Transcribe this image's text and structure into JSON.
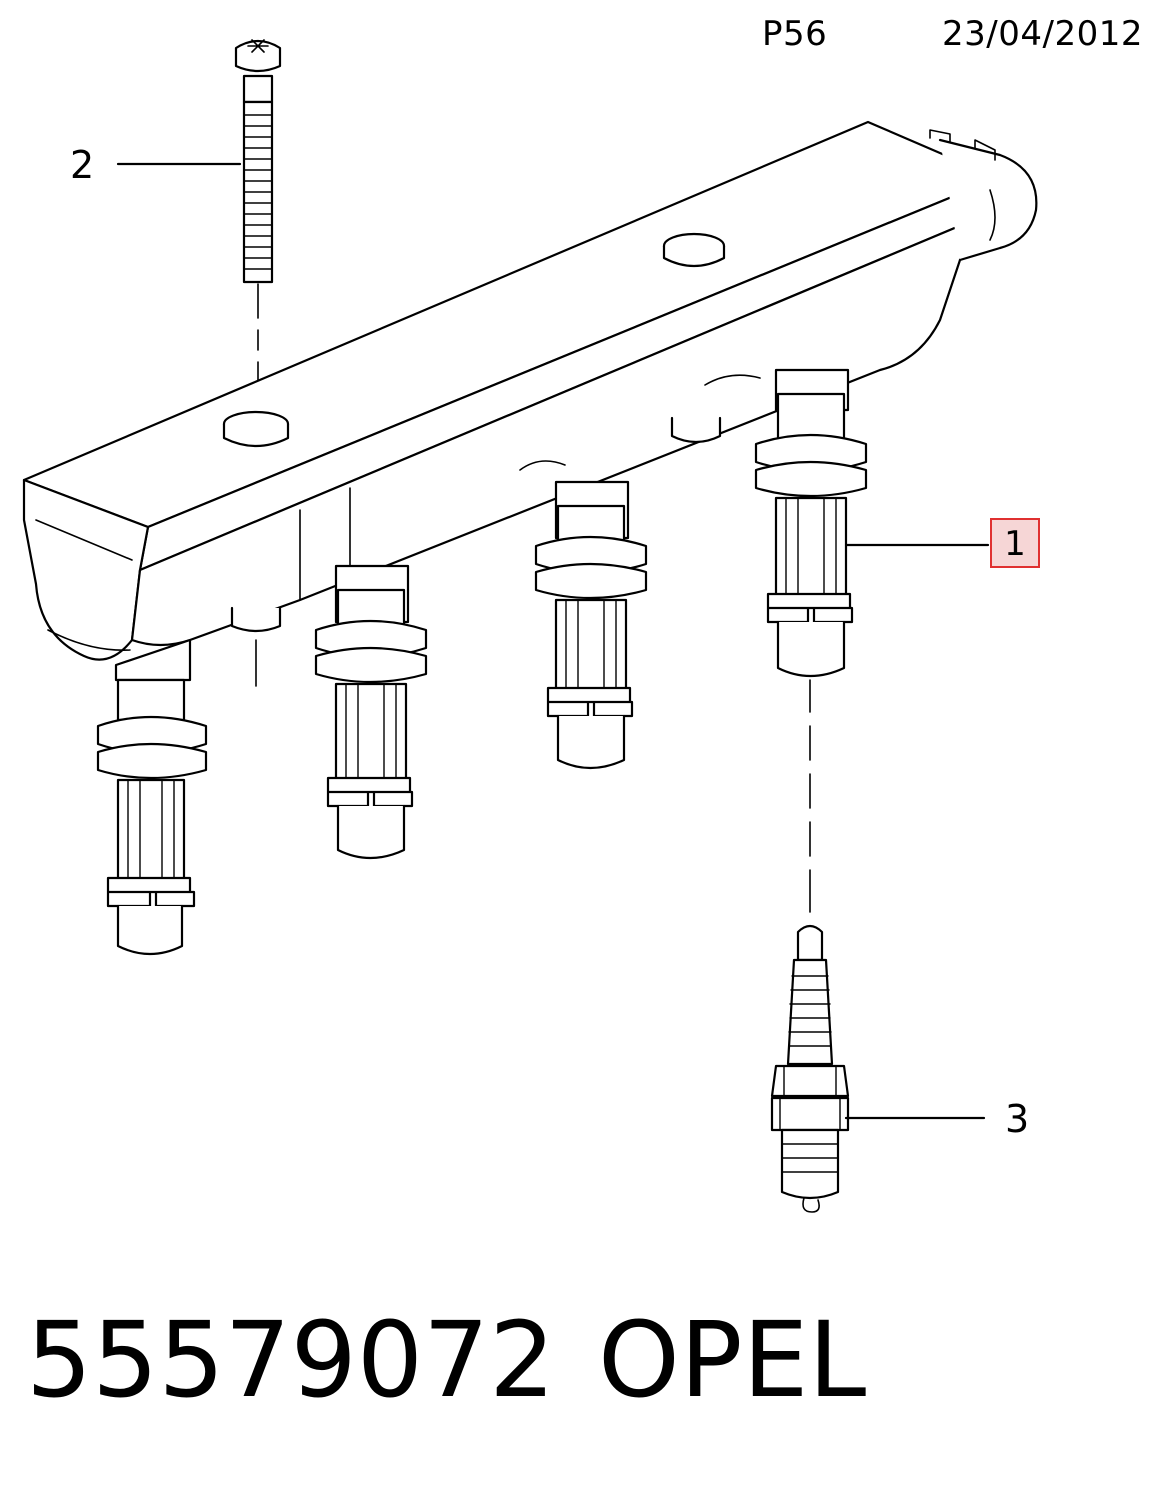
{
  "header": {
    "page_code": "P56",
    "date": "23/04/2012"
  },
  "callouts": {
    "c1": "1",
    "c2": "2",
    "c3": "3"
  },
  "footer": {
    "part_number": "55579072",
    "brand": "OPEL"
  },
  "colors": {
    "line": "#000000",
    "highlight_border": "#e03030",
    "highlight_fill": "#f6d6d6"
  }
}
